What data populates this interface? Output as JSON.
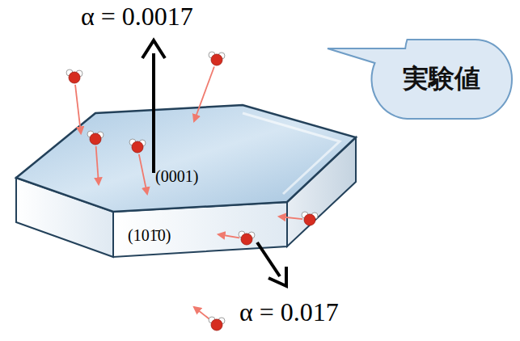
{
  "diagram": {
    "nodes": [
      {
        "text": [
          "実験値"
        ]
      }
    ],
    "labels": [
      "α = 0.0017",
      "(0001)",
      "(101̄0)",
      "α = 0.017"
    ]
  }
}
